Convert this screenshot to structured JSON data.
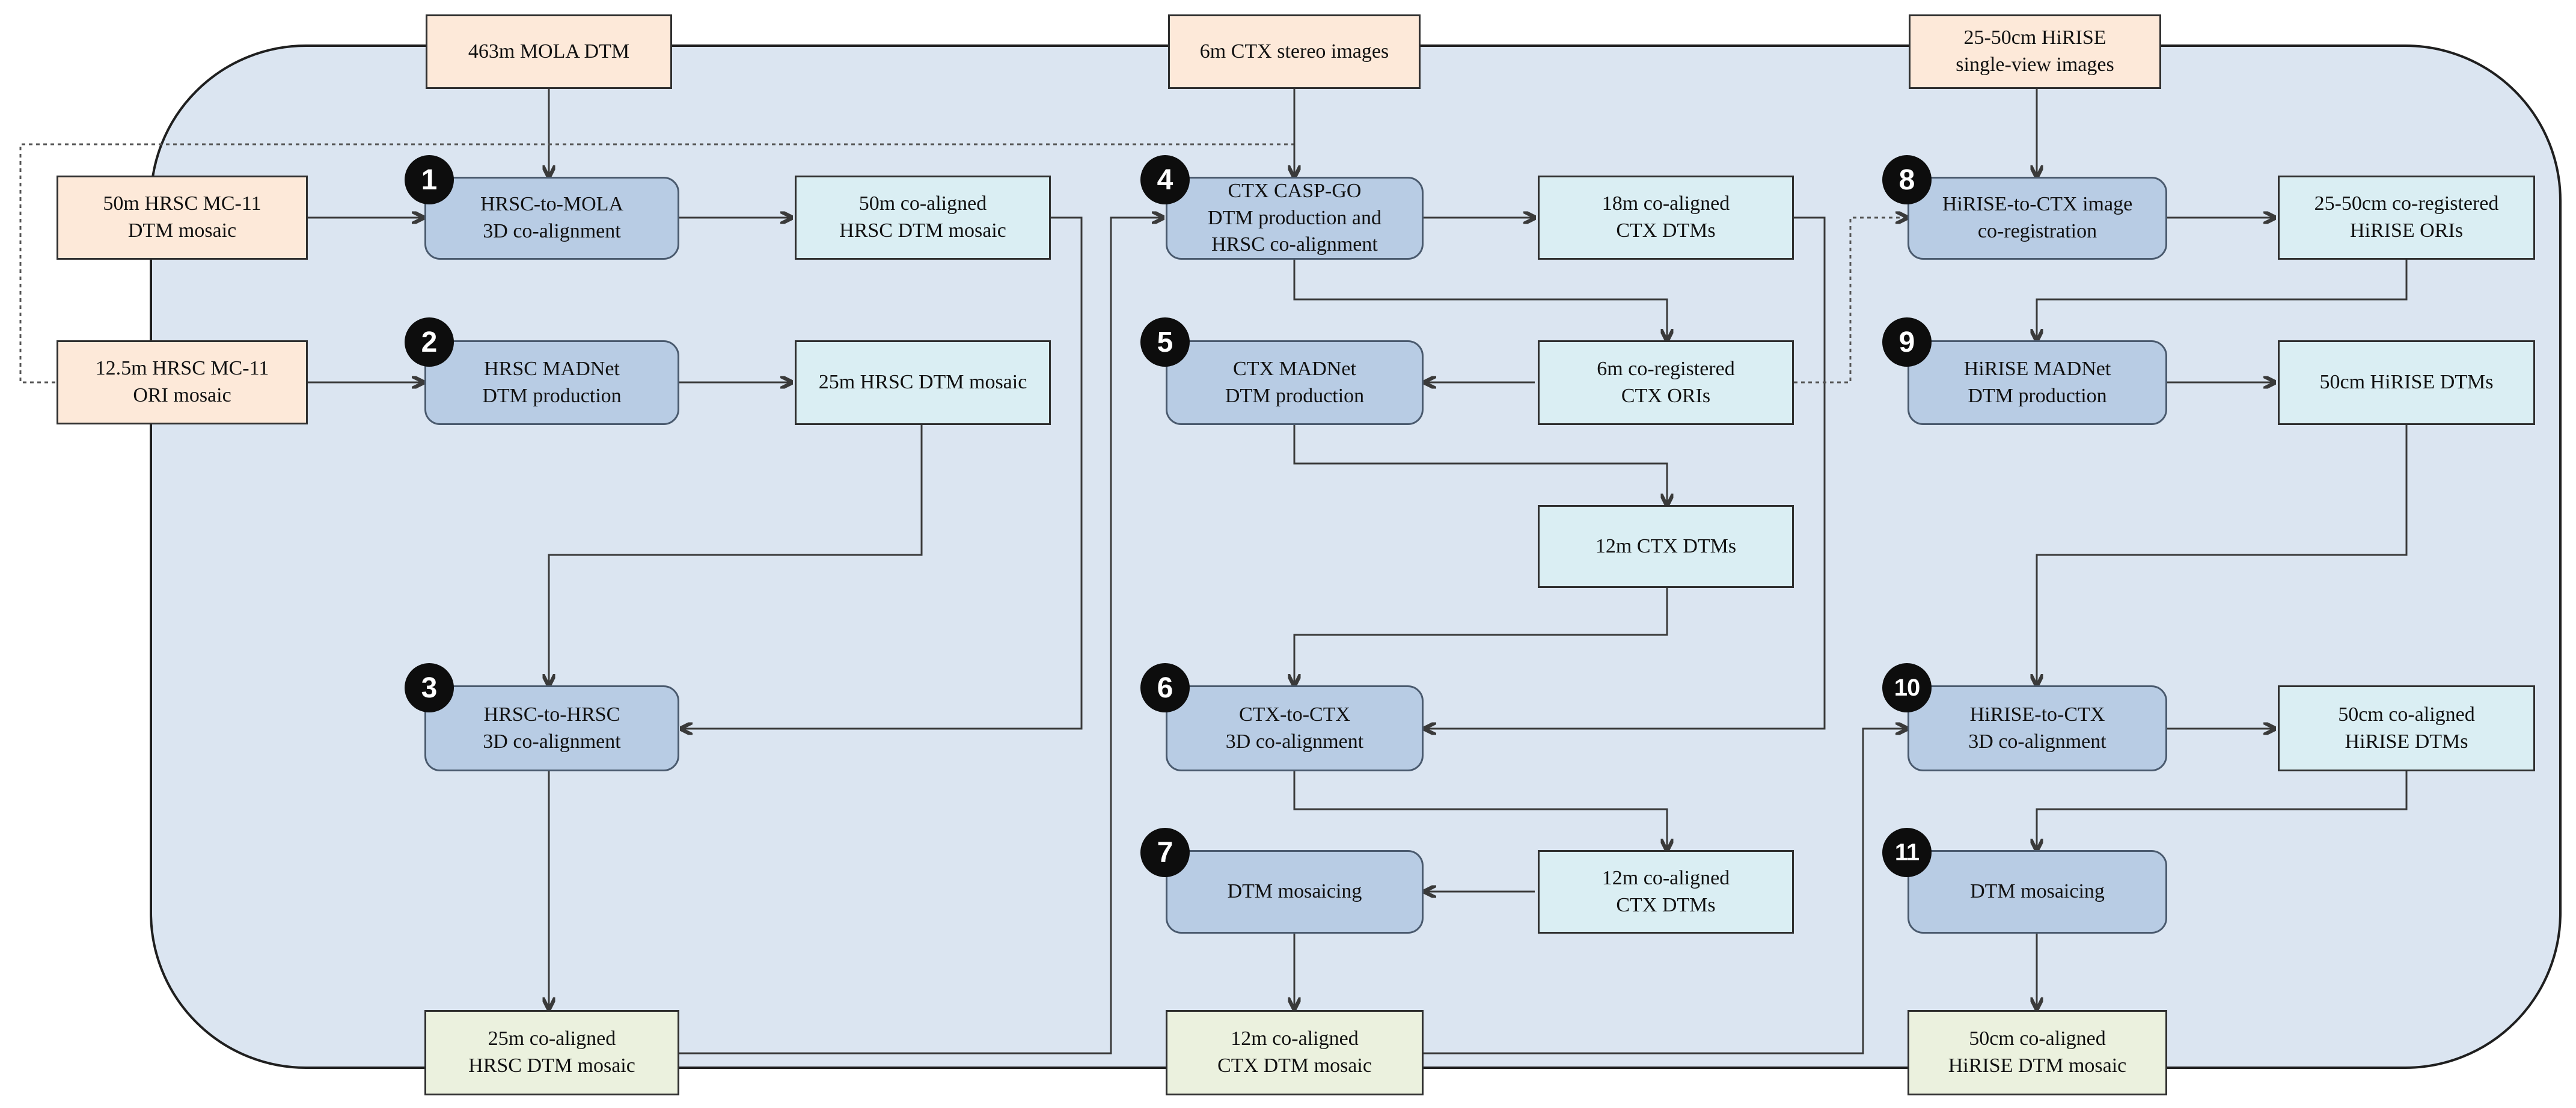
{
  "inputs": {
    "mola": "463m MOLA DTM",
    "ctx_stereo": "6m CTX stereo images",
    "hirise": "25-50cm HiRISE\nsingle-view images",
    "hrsc_dtm": "50m HRSC MC-11\nDTM mosaic",
    "hrsc_ori": "12.5m HRSC MC-11\nORI mosaic"
  },
  "steps": [
    {
      "number": "1",
      "label": "HRSC-to-MOLA\n3D co-alignment"
    },
    {
      "number": "2",
      "label": "HRSC MADNet\nDTM production"
    },
    {
      "number": "3",
      "label": "HRSC-to-HRSC\n3D co-alignment"
    },
    {
      "number": "4",
      "label": "CTX CASP-GO\nDTM production and\nHRSC co-alignment"
    },
    {
      "number": "5",
      "label": "CTX MADNet\nDTM production"
    },
    {
      "number": "6",
      "label": "CTX-to-CTX\n3D co-alignment"
    },
    {
      "number": "7",
      "label": "DTM mosaicing"
    },
    {
      "number": "8",
      "label": "HiRISE-to-CTX image\nco-registration"
    },
    {
      "number": "9",
      "label": "HiRISE MADNet\nDTM production"
    },
    {
      "number": "10",
      "label": "HiRISE-to-CTX\n3D co-alignment"
    },
    {
      "number": "11",
      "label": "DTM mosaicing"
    }
  ],
  "intermediates": {
    "hrsc_50m_coaligned": "50m co-aligned\nHRSC DTM mosaic",
    "hrsc_25m": "25m HRSC DTM mosaic",
    "ctx_18m": "18m co-aligned\nCTX DTMs",
    "ctx_ori": "6m co-registered\nCTX ORIs",
    "ctx_12m": "12m CTX DTMs",
    "ctx_12m_coaligned": "12m co-aligned\nCTX DTMs",
    "hirise_ori": "25-50cm co-registered\nHiRISE ORIs",
    "hirise_50cm": "50cm HiRISE DTMs",
    "hirise_50cm_coaligned": "50cm co-aligned\nHiRISE DTMs"
  },
  "outputs": {
    "hrsc": "25m co-aligned\nHRSC DTM mosaic",
    "ctx": "12m co-aligned\nCTX DTM mosaic",
    "hirise": "50cm co-aligned\nHiRISE DTM mosaic"
  },
  "colors": {
    "panel": "#dbe5f1",
    "input": "#fde9d9",
    "process": "#b8cce4",
    "intermediate": "#daeef3",
    "output": "#ebf1de",
    "badge": "#0d0d0d"
  }
}
